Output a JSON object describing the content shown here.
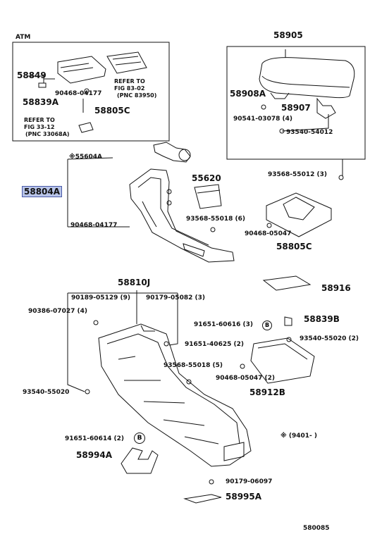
{
  "diagram_code": "580085",
  "inset_atm": {
    "title": "ATM",
    "refer1": [
      "REFER TO",
      "FIG 83-02",
      "(PNC 83950)"
    ],
    "refer2": [
      "REFER TO",
      "FIG 33-12",
      "(PNC 33068A)"
    ]
  },
  "parts": {
    "p58905": "58905",
    "p58849": "58849",
    "p90468_04177_a": "90468-04177",
    "p58839a": "58839A",
    "p58805c_a": "58805C",
    "p58908a": "58908A",
    "p58907": "58907",
    "p90541": "90541-03078 (4)",
    "p93540_54012": "93540-54012",
    "p93568_55012": "93568-55012 (3)",
    "p55604a": "※55604A",
    "p58804a": "58804A",
    "p55620": "55620",
    "p93568_55018_a": "93568-55018 (6)",
    "p90468_05047_a": "90468-05047",
    "p58805c_b": "58805C",
    "p90468_04177_b": "90468-04177",
    "p58810j": "58810J",
    "p58916": "58916",
    "p90189": "90189-05129 (9)",
    "p90179_05082": "90179-05082 (3)",
    "p90386": "90386-07027 (4)",
    "p58839b": "58839B",
    "p91651_60616": "91651-60616 (3)",
    "p93540_55020_r": "93540-55020 (2)",
    "p91651_40625": "91651-40625 (2)",
    "p93568_55018_b": "93568-55018 (5)",
    "p90468_05047_b": "90468-05047 (2)",
    "p58912b": "58912B",
    "p93540_55020_l": "93540-55020",
    "p91651_60614": "91651-60614 (2)",
    "p58994a": "58994A",
    "note": "※ (9401-       )",
    "p90179_06097": "90179-06097",
    "p58995a": "58995A"
  },
  "callout_letter": "B",
  "colors": {
    "ink": "#111111",
    "highlight": "#b8c4e8",
    "highlight_border": "#4a5aa8"
  }
}
